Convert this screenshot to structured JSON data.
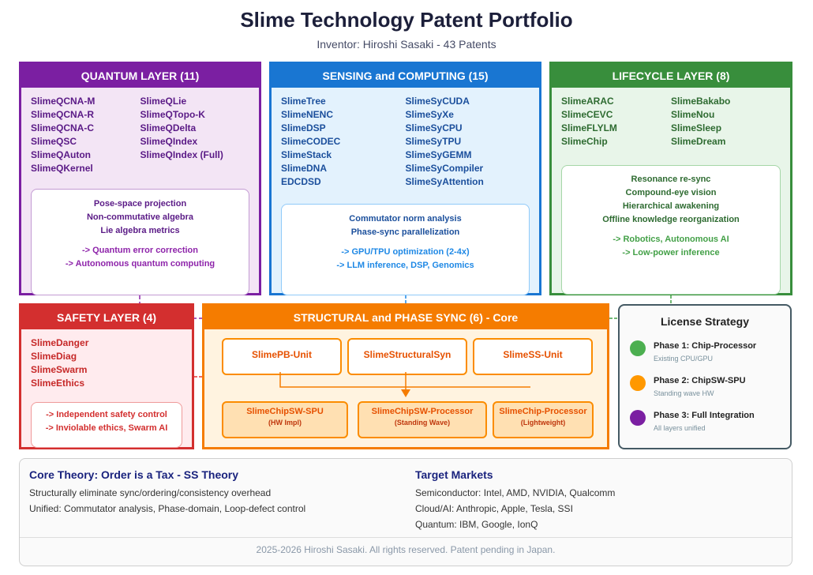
{
  "header": {
    "title": "Slime Technology Patent Portfolio",
    "subtitle": "Inventor: Hiroshi Sasaki - 43 Patents"
  },
  "quantum": {
    "title": "QUANTUM LAYER (11)",
    "color": "#7b1fa2",
    "items": [
      "SlimeQCNA-M",
      "SlimeQLie",
      "SlimeQCNA-R",
      "SlimeQTopo-K",
      "SlimeQCNA-C",
      "SlimeQDelta",
      "SlimeQSC",
      "SlimeQIndex",
      "SlimeQAuton",
      "SlimeQIndex (Full)",
      "SlimeQKernel"
    ],
    "features": [
      "Pose-space projection",
      "Non-commutative algebra",
      "Lie algebra metrics"
    ],
    "outcomes": [
      "-> Quantum error correction",
      "-> Autonomous quantum computing"
    ]
  },
  "sensing": {
    "title": "SENSING and COMPUTING (15)",
    "color": "#1976d2",
    "items": [
      "SlimeTree",
      "SlimeSyCUDA",
      "SlimeNENC",
      "SlimeSyXe",
      "SlimeDSP",
      "SlimeSyCPU",
      "SlimeCODEC",
      "SlimeSyTPU",
      "SlimeStack",
      "SlimeSyGEMM",
      "SlimeDNA",
      "SlimeSyCompiler",
      "EDCDSD",
      "SlimeSyAttention"
    ],
    "features": [
      "Commutator norm analysis",
      "Phase-sync parallelization"
    ],
    "outcomes": [
      "-> GPU/TPU optimization (2-4x)",
      "-> LLM inference, DSP, Genomics"
    ]
  },
  "lifecycle": {
    "title": "LIFECYCLE LAYER (8)",
    "color": "#388e3c",
    "items": [
      "SlimeARAC",
      "SlimeBakabo",
      "SlimeCEVC",
      "SlimeNou",
      "SlimeFLYLM",
      "SlimeSleep",
      "SlimeChip",
      "SlimeDream"
    ],
    "features": [
      "Resonance re-sync",
      "Compound-eye vision",
      "Hierarchical awakening",
      "Offline knowledge reorganization"
    ],
    "outcomes": [
      "-> Robotics, Autonomous AI",
      "-> Low-power inference"
    ]
  },
  "safety": {
    "title": "SAFETY LAYER (4)",
    "color": "#d32f2f",
    "items": [
      "SlimeDanger",
      "SlimeDiag",
      "SlimeSwarm",
      "SlimeEthics"
    ],
    "outcomes": [
      "-> Independent safety control",
      "-> Inviolable ethics, Swarm AI"
    ]
  },
  "core": {
    "title": "STRUCTURAL and PHASE SYNC (6) - Core",
    "color": "#f57c00",
    "units": [
      "SlimePB-Unit",
      "SlimeStructuralSyn",
      "SlimeSS-Unit"
    ],
    "chips": [
      {
        "name": "SlimeChipSW-SPU",
        "sub": "(HW Impl)"
      },
      {
        "name": "SlimeChipSW-Processor",
        "sub": "(Standing Wave)"
      },
      {
        "name": "SlimeChip-Processor",
        "sub": "(Lightweight)"
      }
    ]
  },
  "license": {
    "title": "License Strategy",
    "phases": [
      {
        "label": "Phase 1: Chip-Processor",
        "sub": "Existing CPU/GPU",
        "color": "#4caf50"
      },
      {
        "label": "Phase 2: ChipSW-SPU",
        "sub": "Standing wave HW",
        "color": "#ff9800"
      },
      {
        "label": "Phase 3: Full Integration",
        "sub": "All layers unified",
        "color": "#7b1fa2"
      }
    ]
  },
  "theory": {
    "title": "Core Theory: Order is a Tax - SS Theory",
    "lines": [
      "Structurally eliminate sync/ordering/consistency overhead",
      "Unified: Commutator analysis, Phase-domain, Loop-defect control"
    ]
  },
  "markets": {
    "title": "Target Markets",
    "lines": [
      "Semiconductor: Intel, AMD, NVIDIA, Qualcomm",
      "Cloud/AI: Anthropic, Apple, Tesla, SSI",
      "Quantum: IBM, Google, IonQ"
    ]
  },
  "footer": "2025-2026 Hiroshi Sasaki. All rights reserved. Patent pending in Japan."
}
